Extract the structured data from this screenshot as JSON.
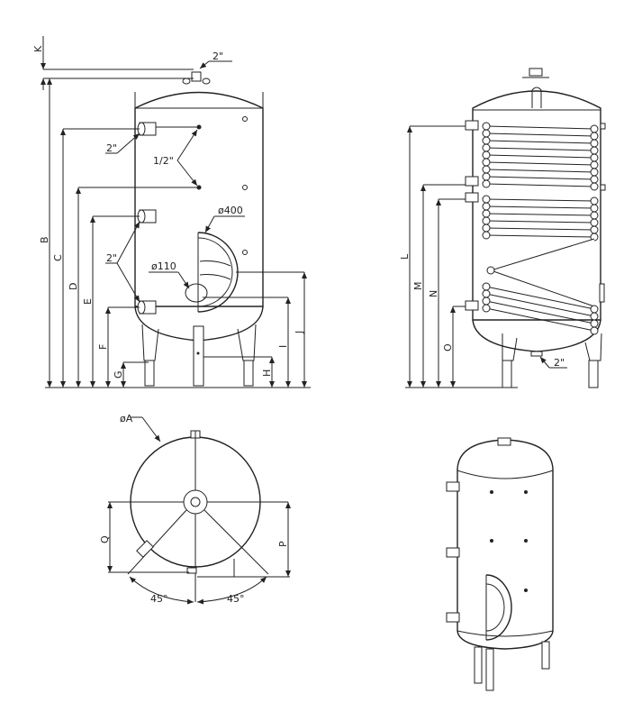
{
  "front_view": {
    "labels": {
      "K": "K",
      "B": "B",
      "C": "C",
      "D": "D",
      "E": "E",
      "F": "F",
      "G": "G",
      "H": "H",
      "I": "I",
      "J": "J"
    },
    "top_connection": "2\"",
    "upper_connection": "2\"",
    "sensor_connections": "1/2\"",
    "lower_connections": "2\"",
    "manhole": "ø400",
    "flange": "ø110"
  },
  "side_view": {
    "labels": {
      "L": "L",
      "M": "M",
      "N": "N",
      "O": "O"
    },
    "bottom_connection": "2\""
  },
  "plan_view": {
    "diameter": "øA",
    "labels": {
      "Q": "Q",
      "P": "P"
    },
    "angle_left": "45°",
    "angle_right": "45°"
  }
}
